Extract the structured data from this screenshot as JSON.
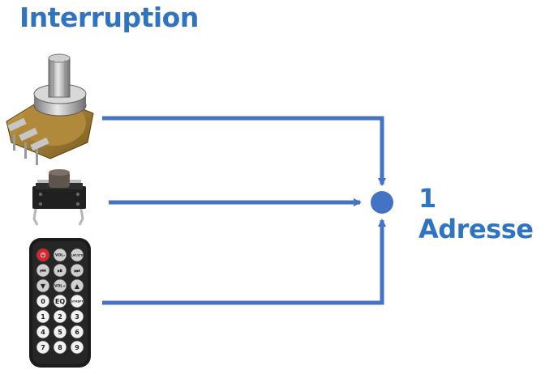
{
  "title": "Interruption",
  "address_label": "1 Adresse",
  "colors": {
    "accent": "#2f73c3",
    "line": "#4472c4",
    "remote_body": "#1a1a1a",
    "power_key": "#d9232d"
  },
  "remote": {
    "keys": [
      [
        "⏻",
        "VOL-",
        "PLAY/STOP"
      ],
      [
        "⏮",
        "⏯",
        "⏭"
      ],
      [
        "▼",
        "VOL+",
        "▲"
      ],
      [
        "0",
        "EQ",
        "ST/REPT"
      ],
      [
        "1",
        "2",
        "3"
      ],
      [
        "4",
        "5",
        "6"
      ],
      [
        "7",
        "8",
        "9"
      ]
    ]
  }
}
